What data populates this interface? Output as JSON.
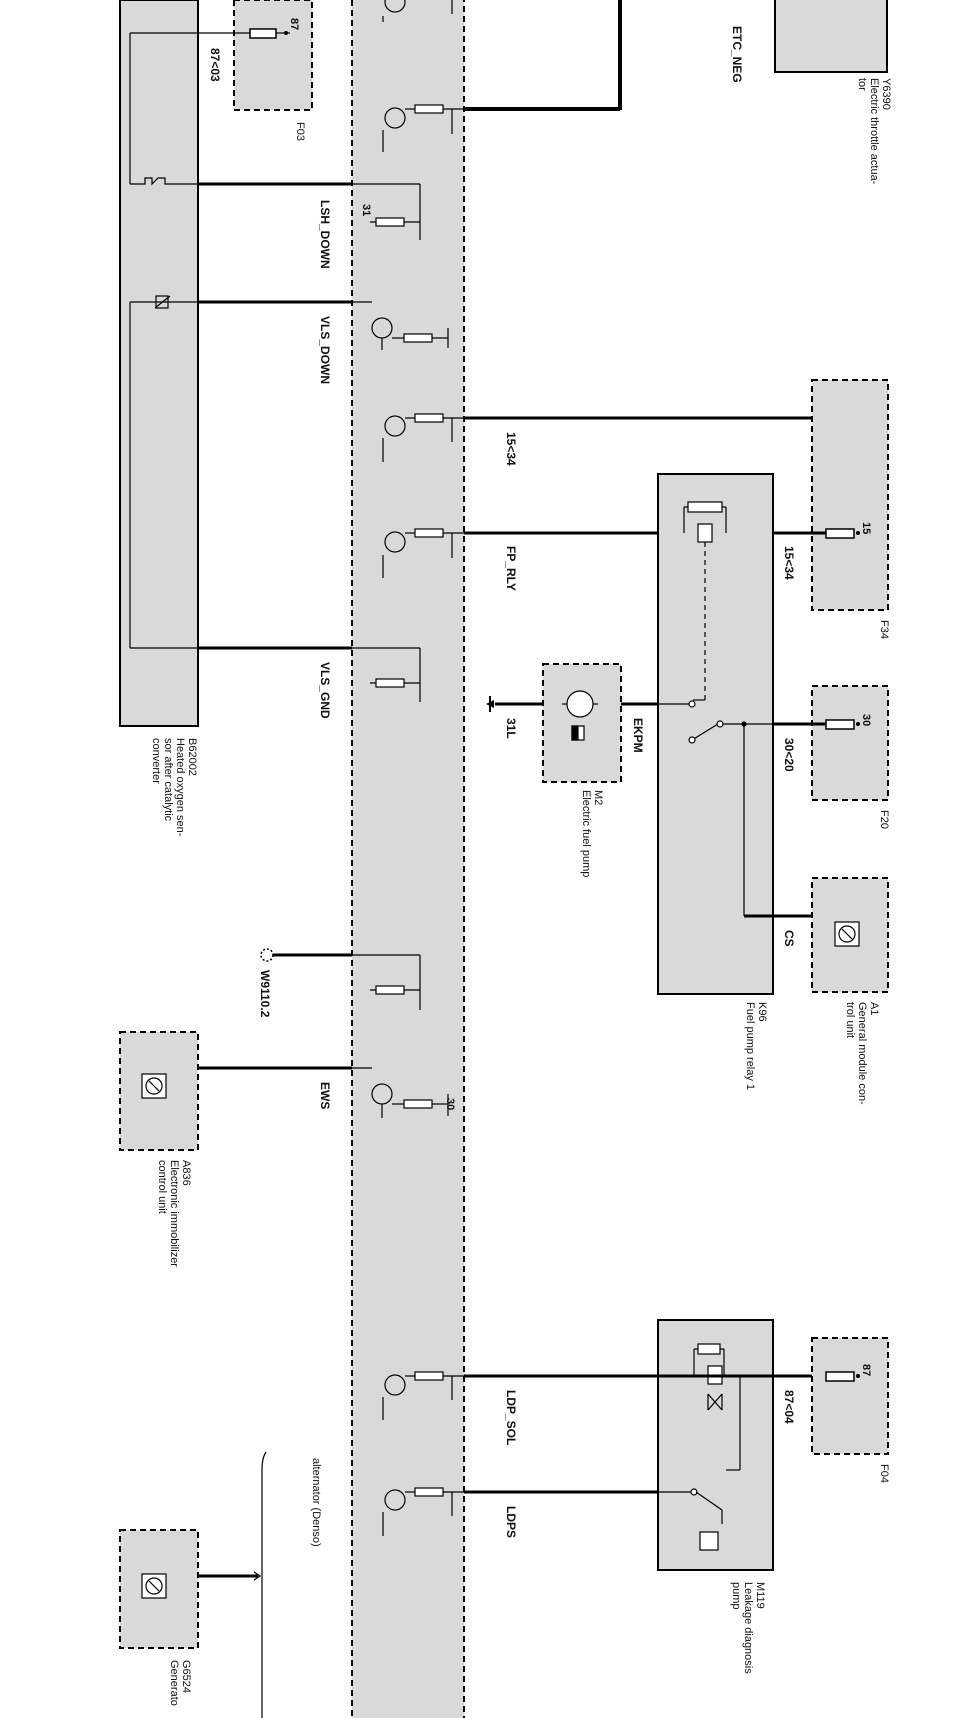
{
  "diagram": {
    "components": {
      "y6390": {
        "ref": "Y6390",
        "desc": "Electric throttle actua-",
        "desc2": "tor"
      },
      "b62002": {
        "ref": "B62002",
        "desc": "Heated oxygen sen-",
        "desc2": "sor after catalytic",
        "desc3": "converter"
      },
      "f03": {
        "ref": "F03"
      },
      "f34": {
        "ref": "F34"
      },
      "f20": {
        "ref": "F20"
      },
      "f04": {
        "ref": "F04"
      },
      "m2": {
        "ref": "M2",
        "desc": "Electric fuel pump"
      },
      "k96": {
        "ref": "K96",
        "desc": "Fuel pump relay 1"
      },
      "a1": {
        "ref": "A1",
        "desc": "General module con-",
        "desc2": "trol unit"
      },
      "a836": {
        "ref": "A836",
        "desc": "Electronic immobilizer",
        "desc2": "control unit"
      },
      "m119": {
        "ref": "M119",
        "desc": "Leakage diagnosis",
        "desc2": "pump"
      },
      "g6524": {
        "ref": "G6524",
        "desc": "Generato"
      },
      "w9110": {
        "ref": "W9110.2"
      }
    },
    "signals": {
      "etc_neg": "ETC_NEG",
      "lsh_down": "LSH_DOWN",
      "vls_down": "VLS_DOWN",
      "vls_gnd": "VLS_GND",
      "fp_rly": "FP_RLY",
      "ews": "EWS",
      "ldp_sol": "LDP_SOL",
      "ldps": "LDPS",
      "ekpm": "EKPM",
      "cs": "CS",
      "l31": "31L",
      "s15_34a": "15<34",
      "s15_34b": "15<34",
      "s30_20": "30<20",
      "s87_03": "87<03",
      "s87_04": "87<04"
    },
    "pins": {
      "p87a": "87",
      "p15": "15",
      "p30": "30",
      "p87b": "87",
      "g31": "31",
      "g30": "30"
    },
    "note": {
      "alternator": "alternator (Denso)"
    }
  }
}
